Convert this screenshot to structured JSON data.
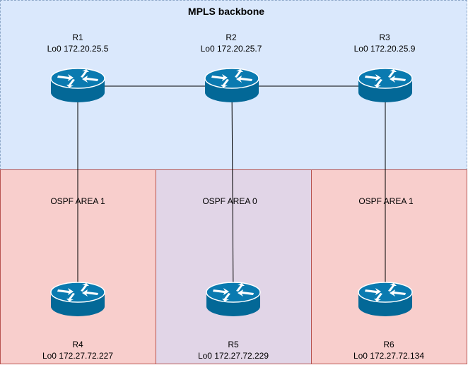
{
  "backbone": {
    "title": "MPLS  backbone",
    "fill": "#dae8fc"
  },
  "areas": [
    {
      "label": "OSPF AREA 1",
      "fill": "#f8cecc"
    },
    {
      "label": "OSPF AREA 0",
      "fill": "#e1d5e7"
    },
    {
      "label": "OSPF AREA 1",
      "fill": "#f8cecc"
    }
  ],
  "routers": [
    {
      "name": "R1",
      "loopback": "Lo0 172.20.25.5"
    },
    {
      "name": "R2",
      "loopback": "Lo0 172.20.25.7"
    },
    {
      "name": "R3",
      "loopback": "Lo0 172.20.25.9"
    },
    {
      "name": "R4",
      "loopback": "Lo0 172.27.72.227"
    },
    {
      "name": "R5",
      "loopback": "Lo0 172.27.72.229"
    },
    {
      "name": "R6",
      "loopback": "Lo0 172.27.72.134"
    }
  ],
  "links": [
    [
      "R1",
      "R2"
    ],
    [
      "R2",
      "R3"
    ],
    [
      "R1",
      "R4"
    ],
    [
      "R2",
      "R5"
    ],
    [
      "R3",
      "R6"
    ]
  ],
  "colors": {
    "router_body": "#036897",
    "router_top": "#0a7ab0",
    "router_arrow": "#ffffff",
    "link": "#000000"
  },
  "icons": {
    "router": "router-icon"
  }
}
